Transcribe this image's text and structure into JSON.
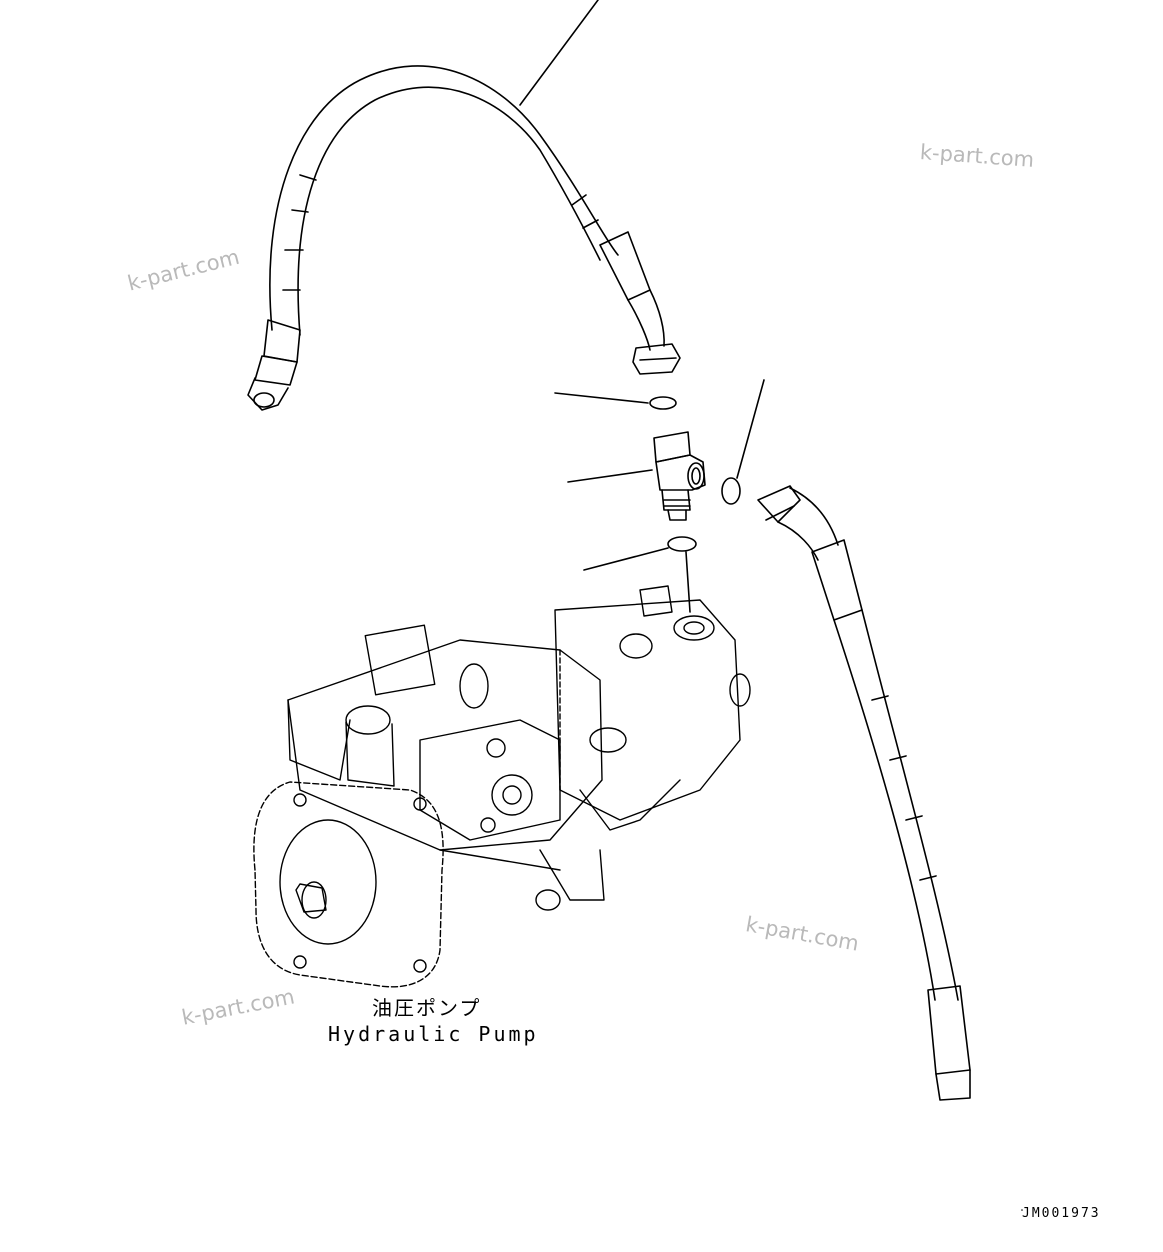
{
  "labels": {
    "pump_jp": "油圧ポンプ",
    "pump_en": "Hydraulic Pump",
    "drawing_code": "JM001973"
  },
  "watermarks": [
    "k-part.com",
    "k-part.com",
    "k-part.com",
    "k-part.com"
  ],
  "colors": {
    "line": "#000000",
    "watermark": "#b9b9b9",
    "background": "#ffffff"
  }
}
